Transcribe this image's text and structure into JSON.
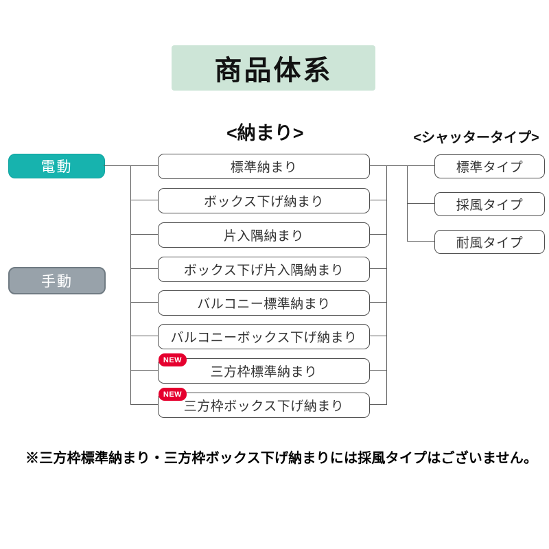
{
  "title": "商品体系",
  "columns": {
    "osamari_header": "<納まり>",
    "shutter_header": "<シャッタータイプ>"
  },
  "drive_modes": [
    {
      "id": "electric",
      "label": "電動",
      "color": "#17b3ae"
    },
    {
      "id": "manual",
      "label": "手動",
      "color": "#98a2aa"
    }
  ],
  "badge_label": "NEW",
  "badge_color": "#e5002e",
  "banner_color": "#cde5d7",
  "osamari_items": [
    {
      "label": "標準納まり",
      "is_new": false
    },
    {
      "label": "ボックス下げ納まり",
      "is_new": false
    },
    {
      "label": "片入隅納まり",
      "is_new": false
    },
    {
      "label": "ボックス下げ片入隅納まり",
      "is_new": false
    },
    {
      "label": "バルコニー標準納まり",
      "is_new": false
    },
    {
      "label": "バルコニーボックス下げ納まり",
      "is_new": false
    },
    {
      "label": "三方枠標準納まり",
      "is_new": true
    },
    {
      "label": "三方枠ボックス下げ納まり",
      "is_new": true
    }
  ],
  "shutter_types": [
    {
      "label": "標準タイプ"
    },
    {
      "label": "採風タイプ"
    },
    {
      "label": "耐風タイプ"
    }
  ],
  "note": "※三方枠標準納まり・三方枠ボックス下げ納まりには採風タイプはございません。"
}
